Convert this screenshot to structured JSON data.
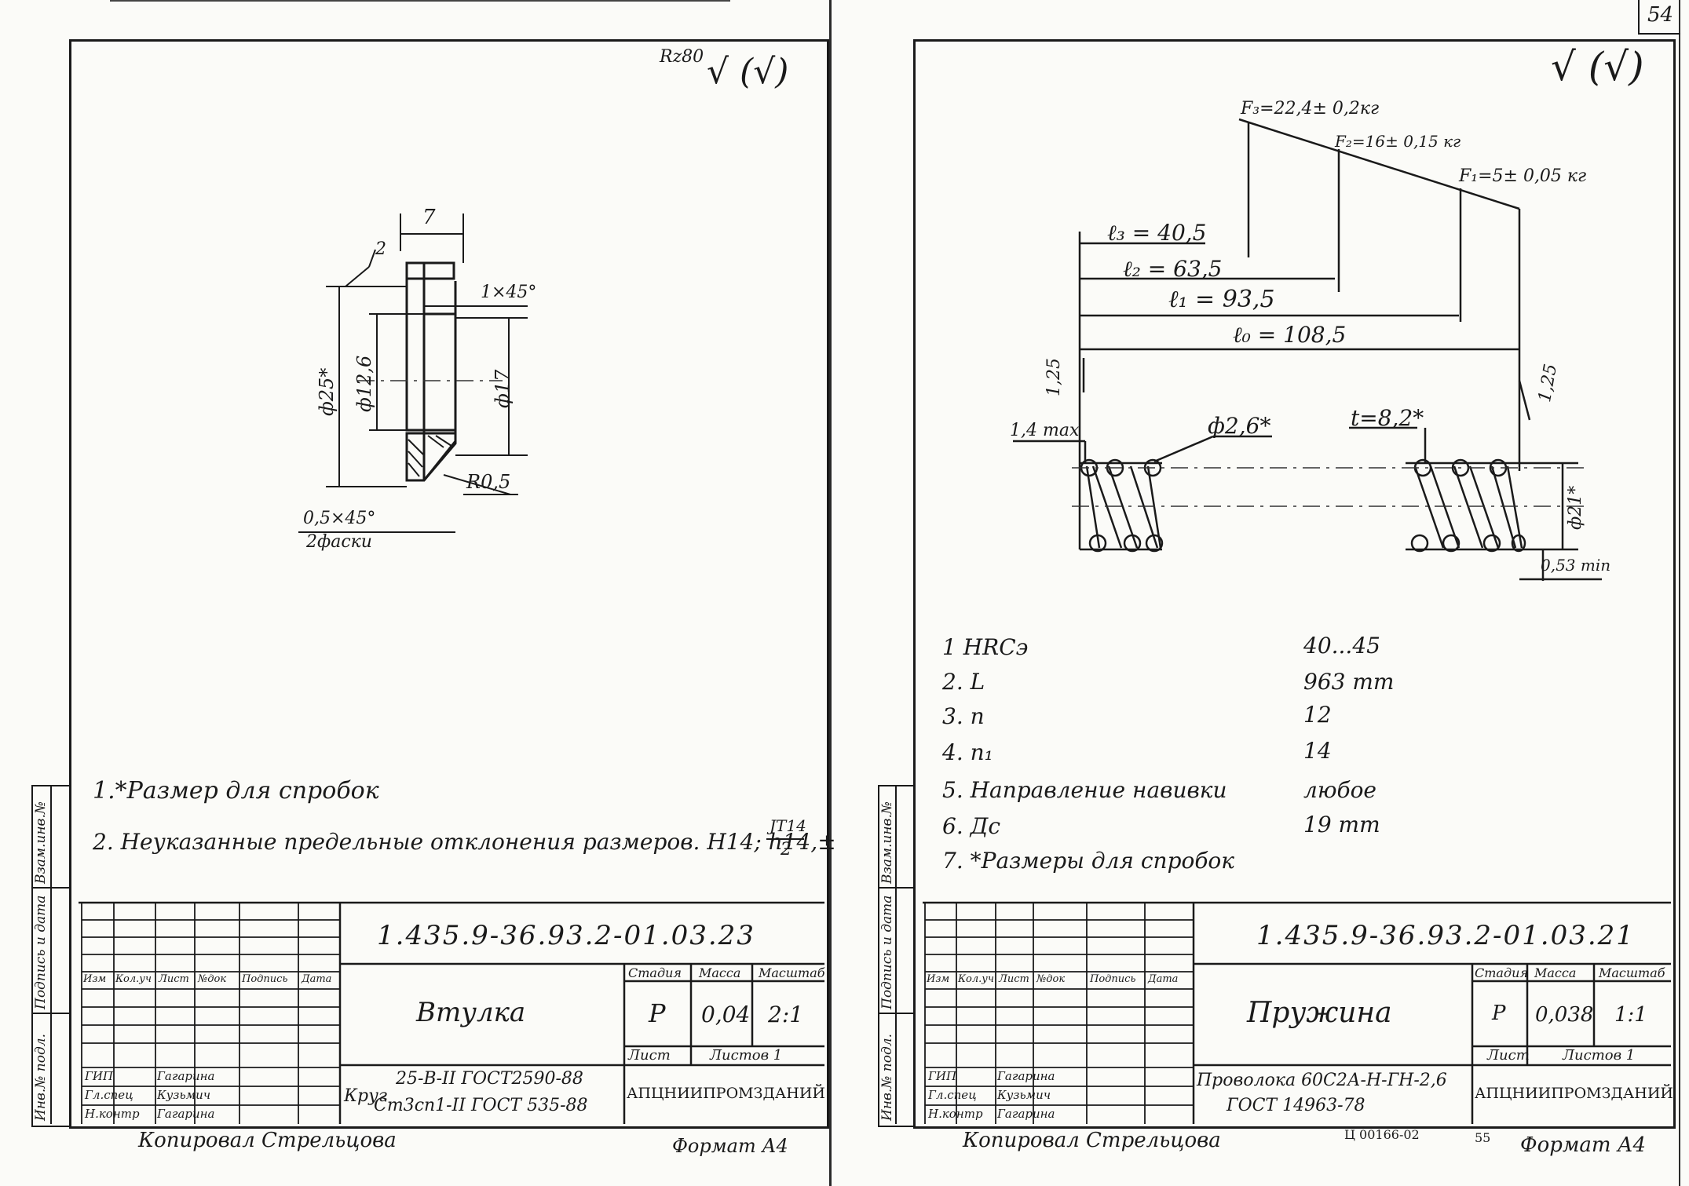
{
  "page_number": "54",
  "left": {
    "roughness": "Rz80",
    "check_mark": "√ (√)",
    "dims": {
      "d7": "7",
      "r2": "2",
      "chamfer_1x45": "1×45°",
      "dia25": "ф25*",
      "dia126": "ф12,6",
      "dia17": "ф17",
      "r05": "R0,5",
      "chamfer_05x45": "0,5×45°",
      "chamfer_note": "2фаски"
    },
    "notes": [
      "1.*Размер для спробок",
      "2. Неуказанные предельные отклонения размеров. Н14; h14,±"
    ],
    "tol_fraction": {
      "num": "ЈТ14",
      "den": "2"
    },
    "title_block": {
      "doc_number": "1.435.9-36.93.2-01.03.23",
      "name": "Втулка",
      "headers": [
        "Изм",
        "Кол.уч",
        "Лист",
        "№док",
        "Подпись",
        "Дата"
      ],
      "stage_header": "Стадия",
      "mass_header": "Масса",
      "scale_header": "Масштаб",
      "stage": "Р",
      "mass": "0,04",
      "scale": "2:1",
      "sheet_label": "Лист",
      "sheets_label": "Листов 1",
      "roles": [
        "ГИП",
        "Гл.спец",
        "Н.контр"
      ],
      "names": [
        "Гагарина",
        "Кузьмич",
        "Гагарина"
      ],
      "material_prefix": "Круг",
      "material_line1": "25-В-II ГОСТ2590-88",
      "material_line2": "Ст3сп1-II ГОСТ 535-88",
      "org": "АПЦНИИПРОМЗДАНИЙ",
      "copied_by": "Копировал Стрельцова",
      "format": "Формат А4"
    },
    "side_labels": [
      "Инв.№ подл.",
      "Подпись и дата",
      "Взам.инв.№"
    ]
  },
  "right": {
    "check_mark": "√ (√)",
    "forces": {
      "f3": "F₃=22,4± 0,2кг",
      "f2": "F₂=16± 0,15 кг",
      "f1": "F₁=5± 0,05 кг"
    },
    "lengths": {
      "l3": "ℓ₃ = 40,5",
      "l2": "ℓ₂ = 63,5",
      "l1": "ℓ₁ = 93,5",
      "l0": "ℓ₀ = 108,5"
    },
    "dims": {
      "angle_left": "1,25",
      "angle_right": "1,25",
      "max": "1,4 max",
      "wire": "ф2,6*",
      "pitch": "t=8,2*",
      "outer": "ф21*",
      "min": "0,53 min"
    },
    "specs": [
      {
        "label": "1 HRCэ",
        "value": "40...45"
      },
      {
        "label": "2. L",
        "value": "963 mm"
      },
      {
        "label": "3. n",
        "value": "12"
      },
      {
        "label": "4. n₁",
        "value": "14"
      },
      {
        "label": "5. Направление навивки",
        "value": "любое"
      },
      {
        "label": "6. Дс",
        "value": "19 mm"
      },
      {
        "label": "7. *Размеры для спробок",
        "value": ""
      }
    ],
    "title_block": {
      "doc_number": "1.435.9-36.93.2-01.03.21",
      "name": "Пружина",
      "headers": [
        "Изм",
        "Кол.уч",
        "Лист",
        "№док",
        "Подпись",
        "Дата"
      ],
      "stage_header": "Стадия",
      "mass_header": "Масса",
      "scale_header": "Масштаб",
      "stage": "Р",
      "mass": "0,038",
      "scale": "1:1",
      "sheet_label": "Лист",
      "sheets_label": "Листов 1",
      "roles": [
        "ГИП",
        "Гл.спец",
        "Н.контр"
      ],
      "names": [
        "Гагарина",
        "Кузьмич",
        "Гагарина"
      ],
      "material_line1": "Проволока 60С2А-Н-ГН-2,6",
      "material_line2": "ГОСТ 14963-78",
      "org": "АПЦНИИПРОМЗДАНИЙ",
      "copied_by": "Копировал Стрельцова",
      "format": "Формат А4",
      "stamp_code": "Ц 00166-02",
      "stamp_page": "55"
    },
    "side_labels": [
      "Инв.№ подл.",
      "Подпись и дата",
      "Взам.инв.№"
    ]
  }
}
